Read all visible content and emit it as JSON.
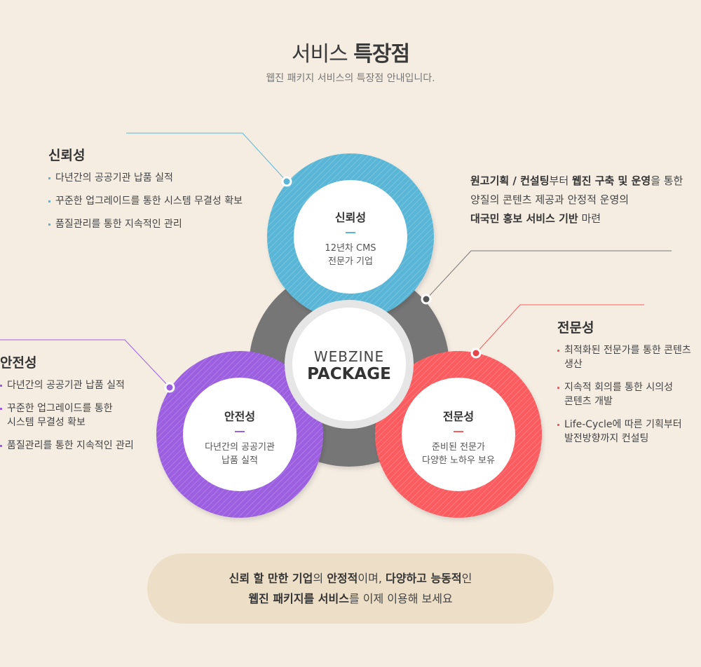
{
  "header": {
    "title_light": "서비스",
    "title_bold": "특장점",
    "subtitle": "웹진 패키지 서비스의 특장점 안내입니다."
  },
  "center": {
    "line1": "WEBZINE",
    "line2": "PACKAGE"
  },
  "circles": {
    "reliability": {
      "title": "신뢰성",
      "desc1": "12년차 CMS",
      "desc2": "전문가 기업",
      "color": "#5ab6d6"
    },
    "safety": {
      "title": "안전성",
      "desc1": "다년간의 공공기관",
      "desc2": "납품 실적",
      "color": "#9b5fe0"
    },
    "expertise": {
      "title": "전문성",
      "desc1": "준비된 전문가",
      "desc2": "다양한 노하우 보유",
      "color": "#fb5b60"
    }
  },
  "sections": {
    "reliability": {
      "heading": "신뢰성",
      "items": [
        "다년간의 공공기관 납품 실적",
        "꾸준한 업그레이드를 통한  시스템 무결성 확보",
        "품질관리를 통한 지속적인 관리"
      ]
    },
    "safety": {
      "heading": "안전성",
      "items": [
        "다년간의 공공기관 납품 실적",
        "꾸준한 업그레이드를 통한",
        "시스템 무결성 확보",
        "품질관리를 통한 지속적인 관리"
      ]
    },
    "expertise": {
      "heading": "전문성",
      "items": [
        "최적화된 전문가를 통한 콘텐츠",
        "생산",
        "지속적 회의를 통한 시의성",
        "콘텐츠 개발",
        "Life-Cycle에 따른 기획부터",
        "발전방향까지 컨설팅"
      ]
    },
    "planning": {
      "l1_b1": "원고기획 / 컨설팅",
      "l1_t1": "부터 ",
      "l1_b2": "웹진 구축 및 운영",
      "l1_t2": "을 통한",
      "l2": "양질의 콘텐츠 제공과 안정적 운영의",
      "l3_b": "대국민 홍보 서비스 기반",
      "l3_t": " 마련"
    }
  },
  "footer": {
    "b1": "신뢰 할 만한 기업",
    "t1": "의 ",
    "b2": "안정적",
    "t2": "이며, ",
    "b3": "다양하고 능동적",
    "t3": "인",
    "b4": "웹진 패키지를 서비스",
    "t4": "를 이제 이용해 보세요"
  },
  "colors": {
    "gray_circle": "#767676",
    "background": "#f5ede2",
    "pill": "#eddfc7"
  }
}
